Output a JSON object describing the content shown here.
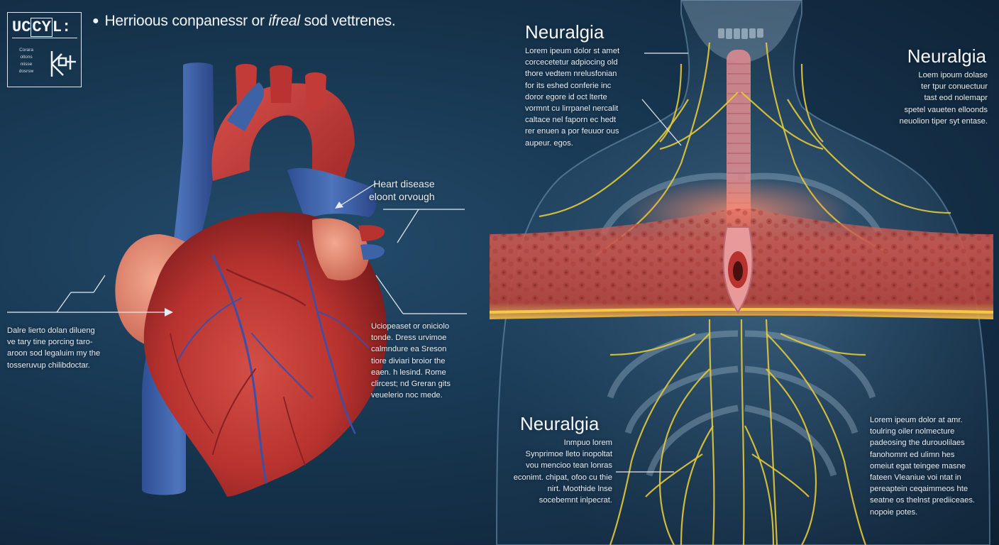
{
  "logo": {
    "mark": "UC",
    "mark_box": "CY",
    "mark_tail": "L:",
    "lines": [
      "Corara",
      "oltons",
      "niisse",
      "dosrsw"
    ]
  },
  "header": {
    "title_a": "Herrioous conpanessr or",
    "title_b": "ifreal",
    "title_c": "sod vettrenes."
  },
  "heart_label": {
    "lines": [
      "Heart disease",
      "eloont orvough"
    ]
  },
  "left_text": {
    "lines": [
      "Dalre lierto dolan dilueng",
      "ve tary tine porcing taro-",
      "aroon sod legaluim my the",
      "tosseruvup chilibdoctar."
    ]
  },
  "mid_text": {
    "lines": [
      "Uciopeaset or oniciolo",
      "tonde. Dress urvimoe",
      "calmndure ea Sreson",
      "tiore diviari broior the",
      "eaen. h lesind. Rome",
      "clircest; nd Greran gits",
      "veuelerio noc mede."
    ]
  },
  "neuralgia_top_left": {
    "heading": "Neuralgia",
    "lines": [
      "Lorem ipeum dolor st amet",
      "corcecetetur adpiocing old",
      "thore vedtem nrelusfonian",
      "for its eshed conferie inc",
      "doror egore id oct lterte",
      "vormnt cu lirrpanel nercalit",
      "caltace nel faporn ec hedt",
      "rer enuen a por feuuor ous",
      "aupeur. egos."
    ]
  },
  "neuralgia_top_right": {
    "heading": "Neuralgia",
    "lines": [
      "Loem ipoum dolase",
      "ter tpur conuectuur",
      "tast eod nolemapr",
      "spetel vaueten elloonds",
      "neuolion tiper syt entase."
    ]
  },
  "neuralgia_bottom": {
    "heading": "Neuralgia",
    "lines": [
      "Inmpuo lorem",
      "Synprimoe lleto inopoltat",
      "vou mencioo tean lonras",
      "econimt. chipat, ofoo cu thie",
      "nirt. Moothide lnse",
      "socebemnt inlpecrat."
    ]
  },
  "bottom_right_text": {
    "lines": [
      "Lorem ipeum dolor at amr.",
      "toulring oiler nolmecture",
      "padeosing the durouolilaes",
      "fanohomnt ed ulimn hes",
      "omeiut egat teingee masne",
      "fateen Vleaniue voi ntat in",
      "pereaptein ceqaimmeos hte",
      "seatne os thelnst prediiceaes.",
      "nopoie potes."
    ]
  },
  "colors": {
    "background": "#173650",
    "heart_red": "#c2403d",
    "vessel_blue": "#3d63a6",
    "nerve_yellow": "#e3c93a",
    "tissue_red": "#d4574f",
    "leader_line": "#e6ebf1"
  }
}
